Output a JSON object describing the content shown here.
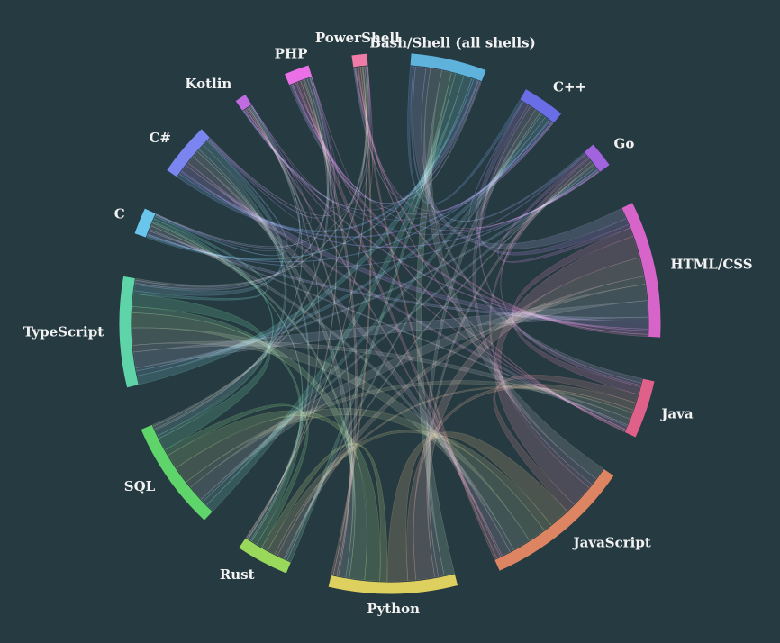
{
  "chart_data": {
    "type": "chord",
    "title": "",
    "groups": [
      {
        "name": "Bash/Shell (all shells)",
        "value": 100,
        "color": "#5eb2dc"
      },
      {
        "name": "C++",
        "value": 56,
        "color": "#6a6ee6"
      },
      {
        "name": "Go",
        "value": 34,
        "color": "#a263de"
      },
      {
        "name": "HTML/CSS",
        "value": 181,
        "color": "#d764c9"
      },
      {
        "name": "Java",
        "value": 77,
        "color": "#df6089"
      },
      {
        "name": "JavaScript",
        "value": 196,
        "color": "#dd8462"
      },
      {
        "name": "Python",
        "value": 170,
        "color": "#ddd05f"
      },
      {
        "name": "Rust",
        "value": 70,
        "color": "#9ad85b"
      },
      {
        "name": "SQL",
        "value": 145,
        "color": "#5fd46a"
      },
      {
        "name": "TypeScript",
        "value": 146,
        "color": "#5fd4a8"
      },
      {
        "name": "C",
        "value": 35,
        "color": "#69c5ec"
      },
      {
        "name": "C#",
        "value": 70,
        "color": "#7b85ef"
      },
      {
        "name": "Kotlin",
        "value": 15,
        "color": "#c06be0"
      },
      {
        "name": "PHP",
        "value": 33,
        "color": "#eb6fe6"
      },
      {
        "name": "PowerShell",
        "value": 20,
        "color": "#ef7ba6"
      }
    ]
  }
}
